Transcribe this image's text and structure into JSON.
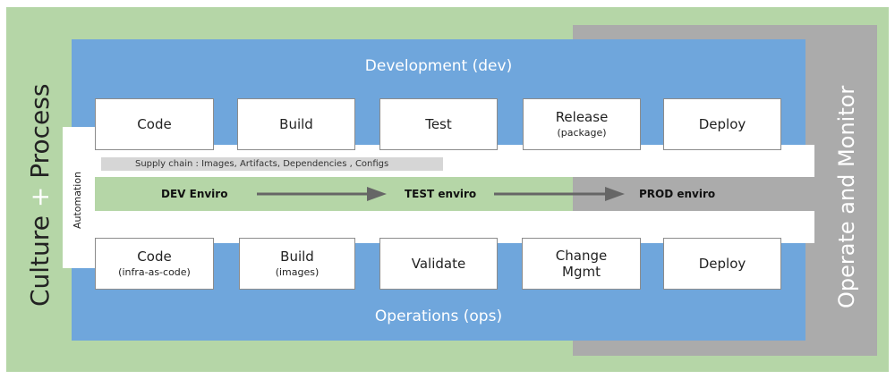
{
  "labels": {
    "culture": "Culture",
    "plus": "+",
    "process": "Process",
    "operate_monitor": "Operate and Monitor",
    "automation": "Automation",
    "dev_title": "Development (dev)",
    "ops_title": "Operations (ops)",
    "supply_chain": "Supply chain : Images, Artifacts, Dependencies , Configs"
  },
  "dev_row": [
    {
      "title": "Code",
      "sub": ""
    },
    {
      "title": "Build",
      "sub": ""
    },
    {
      "title": "Test",
      "sub": ""
    },
    {
      "title": "Release",
      "sub": "(package)"
    },
    {
      "title": "Deploy",
      "sub": ""
    }
  ],
  "ops_row": [
    {
      "title": "Code",
      "sub": "(infra-as-code)"
    },
    {
      "title": "Build",
      "sub": "(images)"
    },
    {
      "title": "Validate",
      "sub": ""
    },
    {
      "title": "Change Mgmt",
      "sub": ""
    },
    {
      "title": "Deploy",
      "sub": ""
    }
  ],
  "environments": [
    {
      "label": "DEV Enviro"
    },
    {
      "label": "TEST enviro"
    },
    {
      "label": "PROD enviro"
    }
  ],
  "colors": {
    "outer_green": "#b5d6a7",
    "dev_ops_blue": "#6fa6dc",
    "monitor_gray": "#ababab",
    "arrow": "#666666"
  }
}
